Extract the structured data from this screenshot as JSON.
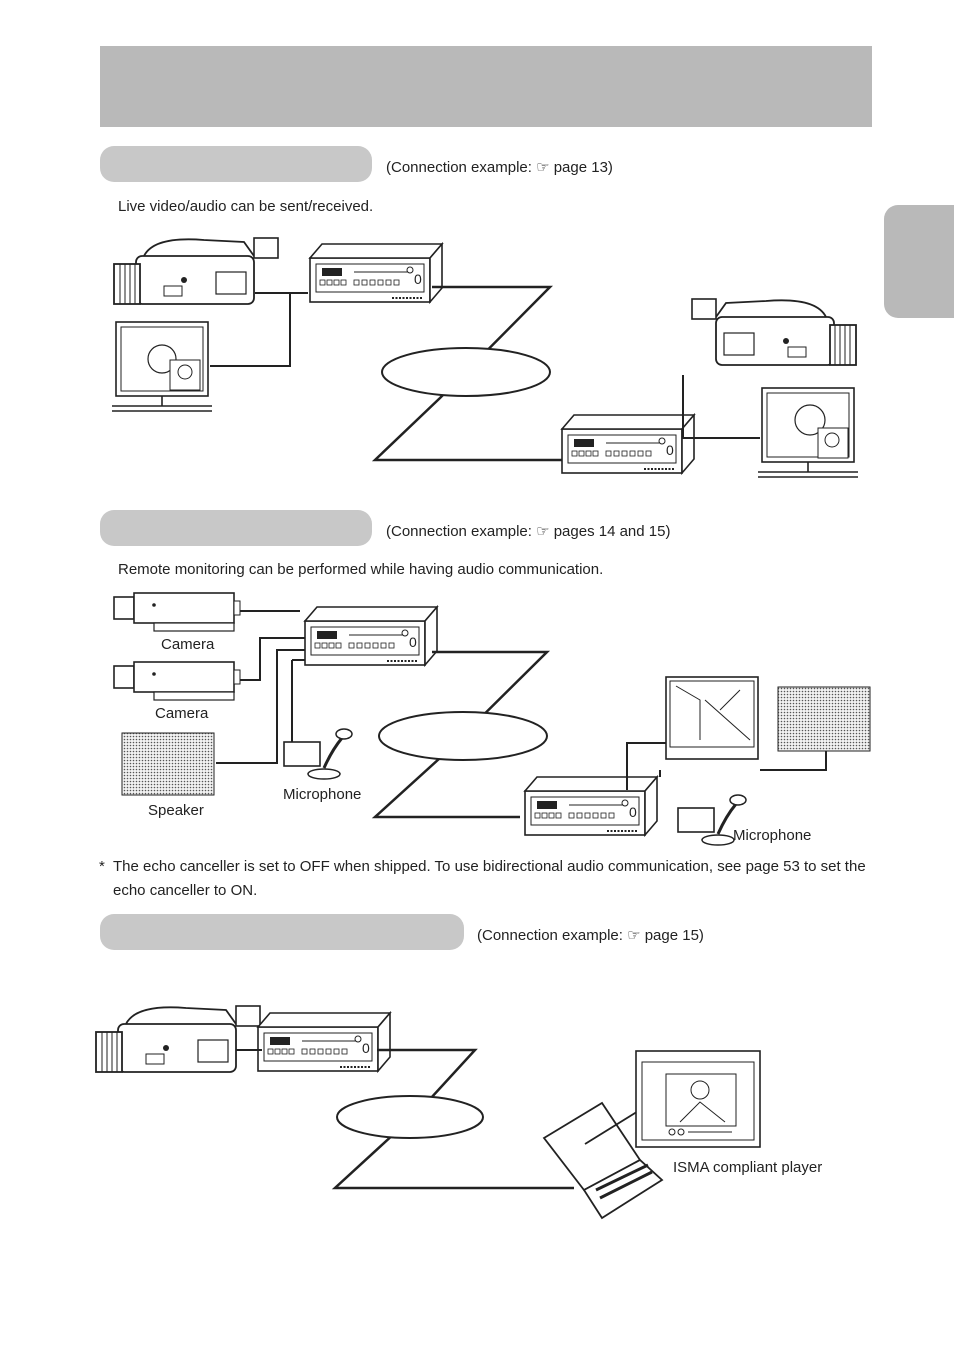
{
  "sections": [
    {
      "connection_example": "(Connection example: ☞ page 13)",
      "description": "Live video/audio can be sent/received."
    },
    {
      "connection_example": "(Connection example: ☞ pages 14 and 15)",
      "description": "Remote monitoring can be performed while having audio communication.",
      "labels": {
        "camera_top": "Camera",
        "camera_bottom": "Camera",
        "speaker": "Speaker",
        "microphone_left": "Microphone",
        "microphone_right": "Microphone"
      }
    },
    {
      "connection_example": "(Connection example: ☞ page 15)",
      "labels": {
        "player": "ISMA compliant player"
      }
    }
  ],
  "note": {
    "marker": "*",
    "text": "The echo canceller is set to OFF when shipped. To use bidirectional audio communication, see page 53 to set the echo canceller to ON."
  },
  "colors": {
    "bar": "#b9b9b9",
    "pill": "#c8c8c8",
    "line": "#222222"
  },
  "icons": [
    "camcorder-icon",
    "encoder-unit-icon",
    "monitor-icon",
    "network-ellipse-icon",
    "security-camera-icon",
    "speaker-icon",
    "microphone-icon",
    "laptop-icon",
    "player-window-icon"
  ]
}
